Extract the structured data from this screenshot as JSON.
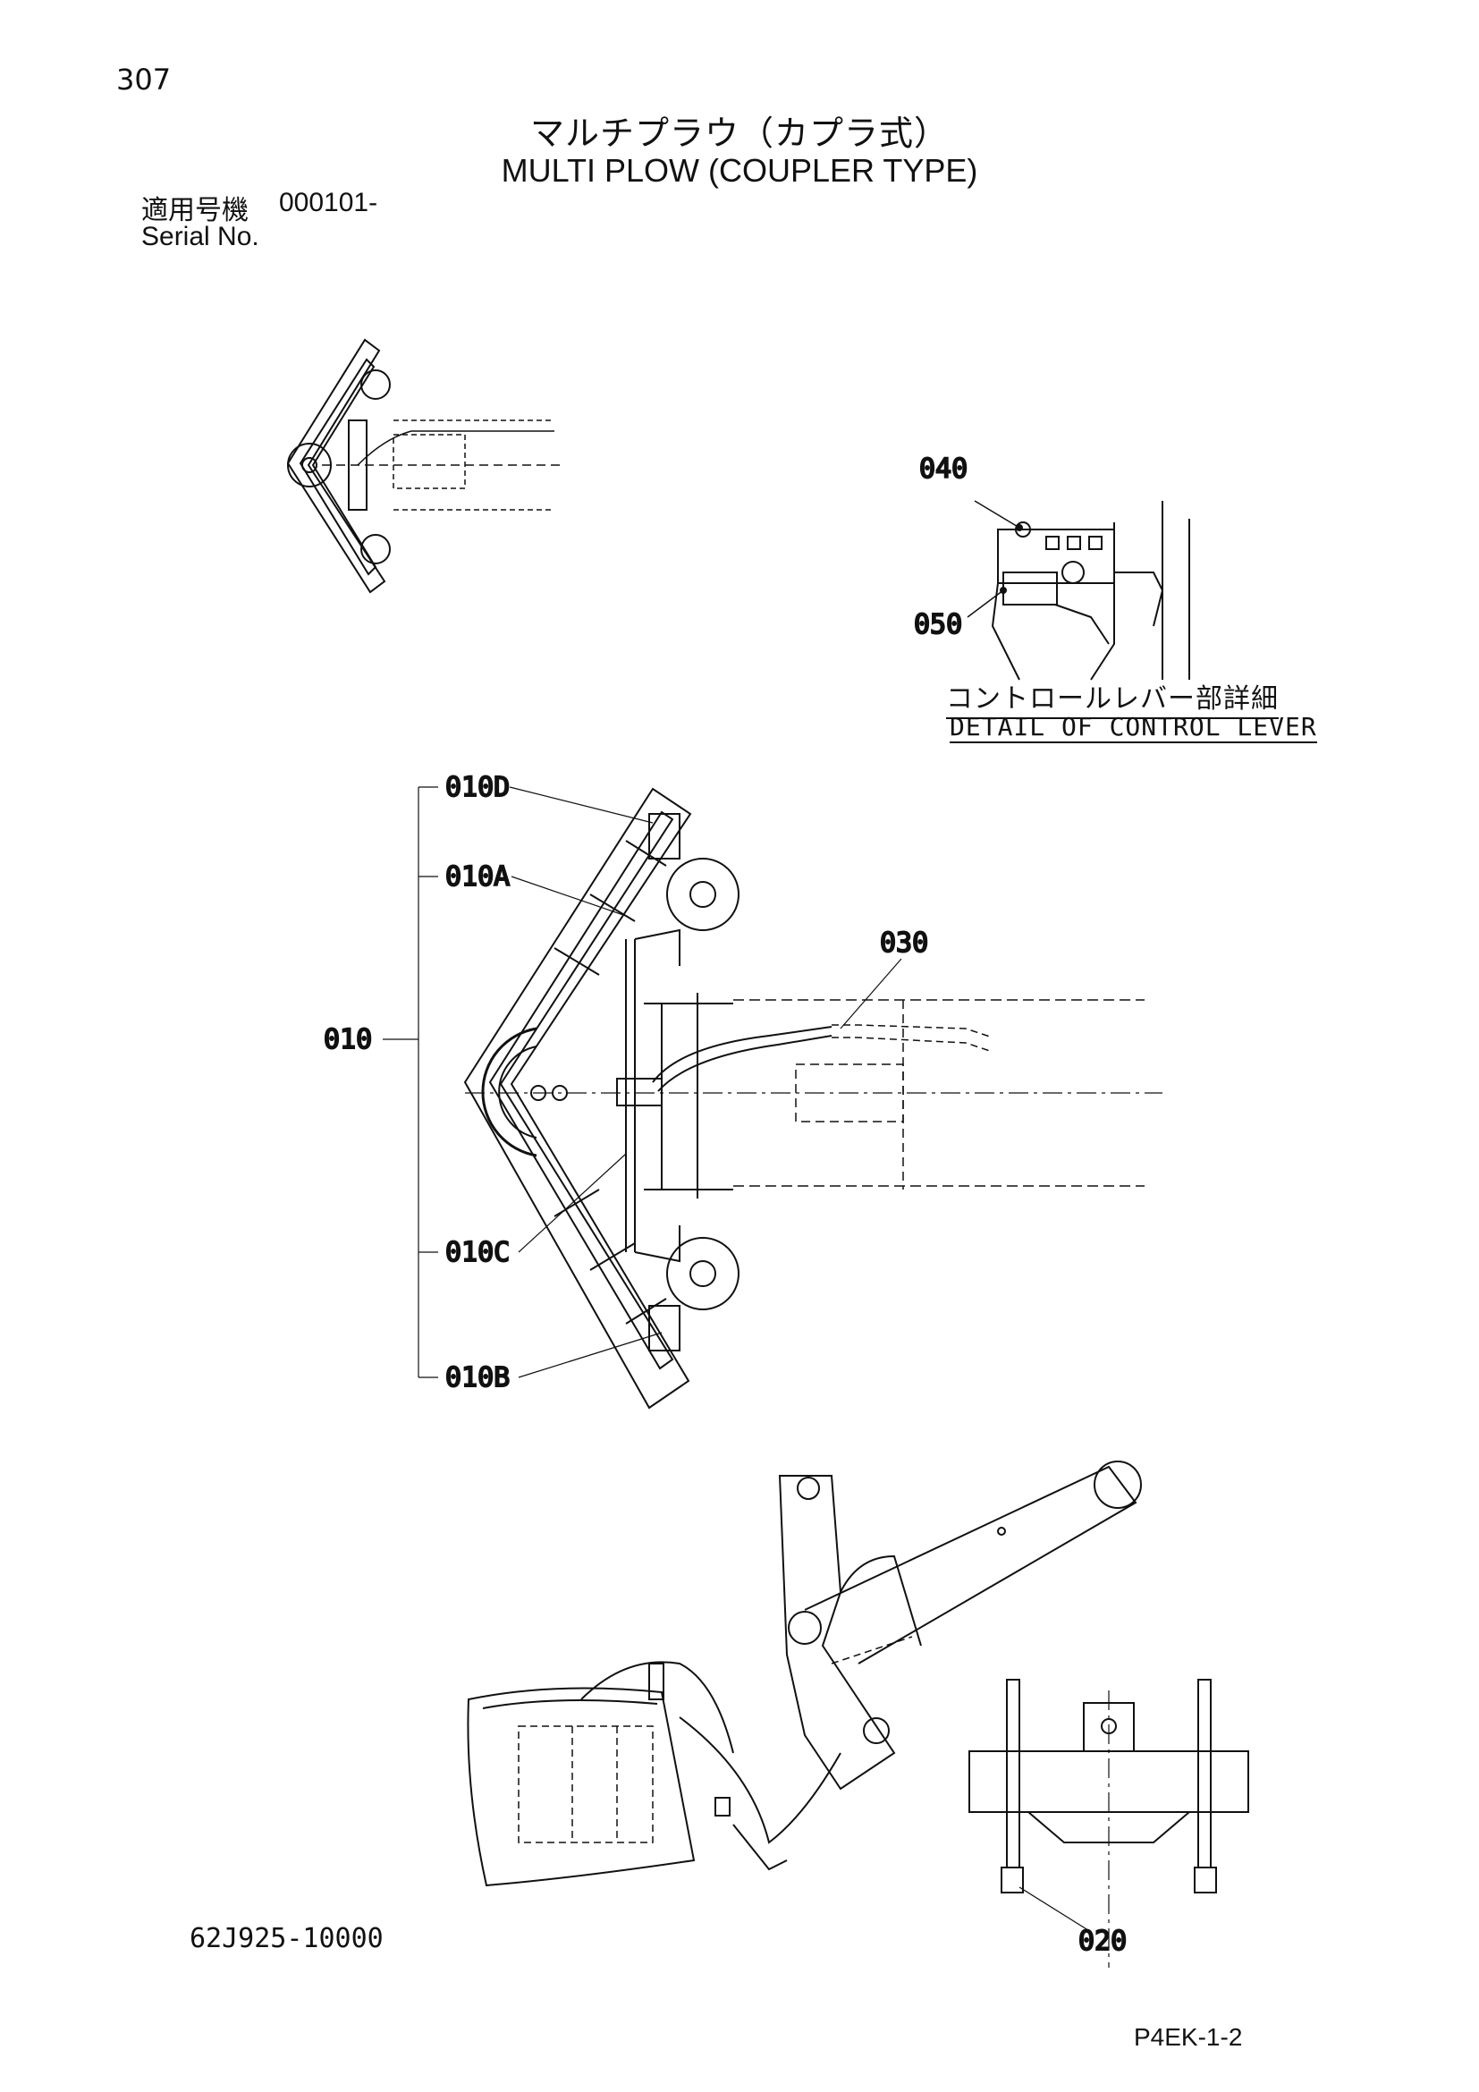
{
  "header": {
    "page_number": "307",
    "title_ja": "マルチプラウ（カプラ式）",
    "title_en": "MULTI PLOW (COUPLER TYPE)",
    "serial_label_ja": "適用号機",
    "serial_value": "000101-",
    "serial_label_en": "Serial No."
  },
  "detail": {
    "caption_ja": "コントロールレバー部詳細",
    "caption_en": "DETAIL OF CONTROL LEVER"
  },
  "callouts": {
    "c040": "040",
    "c050": "050",
    "c010D": "010D",
    "c010A": "010A",
    "c030": "030",
    "c010": "010",
    "c010C": "010C",
    "c010B": "010B",
    "c020": "020"
  },
  "footer": {
    "drawing_number": "62J925-10000",
    "page_code": "P4EK-1-2"
  }
}
